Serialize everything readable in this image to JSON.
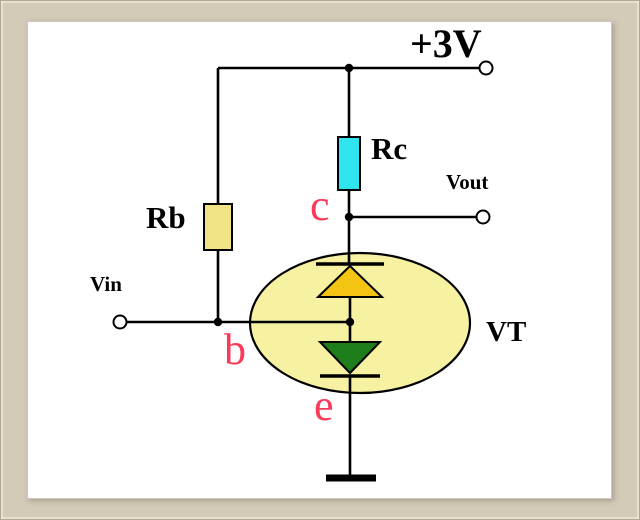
{
  "labels": {
    "supply": "+3V",
    "rc": "Rc",
    "rb": "Rb",
    "vin": "Vin",
    "vout": "Vout",
    "transistor": "VT",
    "collector": "c",
    "base": "b",
    "emitter": "e"
  },
  "colors": {
    "frame": "#d3cab7",
    "canvas": "#ffffff",
    "wire": "#000000",
    "rc_resistor": "#2fe3ef",
    "rb_resistor": "#f0e386",
    "transistor_body": "#f6f2a2",
    "collector_diode": "#f3c412",
    "emitter_diode": "#1e7e1c",
    "pin_label": "#f93a5a"
  }
}
